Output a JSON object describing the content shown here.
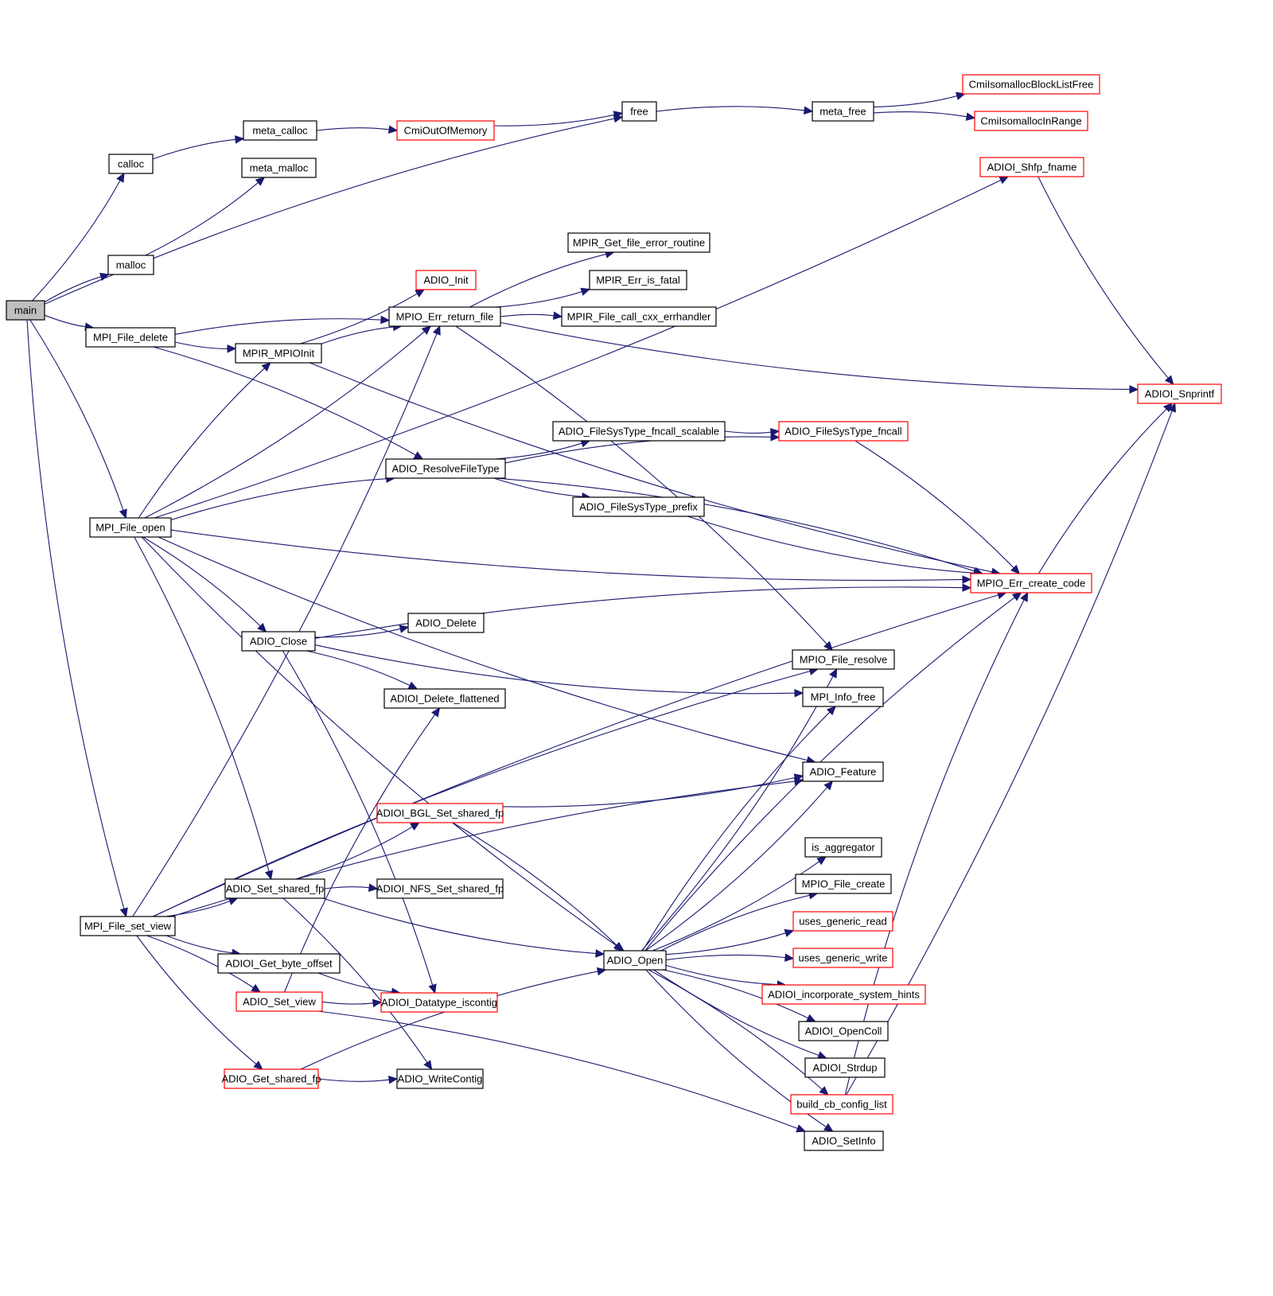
{
  "diagram": {
    "type": "call-graph",
    "root": "main",
    "colors": {
      "edge": "#191970",
      "node_border": "#000000",
      "node_border_undocumented": "#ff0000",
      "root_fill": "#bfbfbf",
      "node_fill": "#ffffff"
    },
    "nodes": [
      {
        "id": "main",
        "label": "main",
        "style": "root"
      },
      {
        "id": "calloc",
        "label": "calloc",
        "style": "normal"
      },
      {
        "id": "malloc",
        "label": "malloc",
        "style": "normal"
      },
      {
        "id": "meta_calloc",
        "label": "meta_calloc",
        "style": "normal"
      },
      {
        "id": "meta_malloc",
        "label": "meta_malloc",
        "style": "normal"
      },
      {
        "id": "CmiOutOfMemory",
        "label": "CmiOutOfMemory",
        "style": "red"
      },
      {
        "id": "free",
        "label": "free",
        "style": "normal"
      },
      {
        "id": "meta_free",
        "label": "meta_free",
        "style": "normal"
      },
      {
        "id": "CmiIsomallocBlockListFree",
        "label": "CmiIsomallocBlockListFree",
        "style": "red"
      },
      {
        "id": "CmiIsomallocInRange",
        "label": "CmiIsomallocInRange",
        "style": "red"
      },
      {
        "id": "ADIOI_Shfp_fname",
        "label": "ADIOI_Shfp_fname",
        "style": "red"
      },
      {
        "id": "MPIR_Get_file_error_routine",
        "label": "MPIR_Get_file_error_routine",
        "style": "normal"
      },
      {
        "id": "MPIR_Err_is_fatal",
        "label": "MPIR_Err_is_fatal",
        "style": "normal"
      },
      {
        "id": "ADIO_Init",
        "label": "ADIO_Init",
        "style": "red"
      },
      {
        "id": "MPIO_Err_return_file",
        "label": "MPIO_Err_return_file",
        "style": "normal"
      },
      {
        "id": "MPIR_File_call_cxx_errhandler",
        "label": "MPIR_File_call_cxx_errhandler",
        "style": "normal"
      },
      {
        "id": "MPI_File_delete",
        "label": "MPI_File_delete",
        "style": "normal"
      },
      {
        "id": "MPIR_MPIOInit",
        "label": "MPIR_MPIOInit",
        "style": "normal"
      },
      {
        "id": "ADIOI_Snprintf",
        "label": "ADIOI_Snprintf",
        "style": "red"
      },
      {
        "id": "ADIO_FileSysType_fncall_scalable",
        "label": "ADIO_FileSysType_fncall_scalable",
        "style": "normal"
      },
      {
        "id": "ADIO_FileSysType_fncall",
        "label": "ADIO_FileSysType_fncall",
        "style": "red"
      },
      {
        "id": "ADIO_ResolveFileType",
        "label": "ADIO_ResolveFileType",
        "style": "normal"
      },
      {
        "id": "ADIO_FileSysType_prefix",
        "label": "ADIO_FileSysType_prefix",
        "style": "normal"
      },
      {
        "id": "MPI_File_open",
        "label": "MPI_File_open",
        "style": "normal"
      },
      {
        "id": "MPIO_Err_create_code",
        "label": "MPIO_Err_create_code",
        "style": "red"
      },
      {
        "id": "ADIO_Delete",
        "label": "ADIO_Delete",
        "style": "normal"
      },
      {
        "id": "ADIO_Close",
        "label": "ADIO_Close",
        "style": "normal"
      },
      {
        "id": "MPIO_File_resolve",
        "label": "MPIO_File_resolve",
        "style": "normal"
      },
      {
        "id": "ADIOI_Delete_flattened",
        "label": "ADIOI_Delete_flattened",
        "style": "normal"
      },
      {
        "id": "MPI_Info_free",
        "label": "MPI_Info_free",
        "style": "normal"
      },
      {
        "id": "ADIO_Feature",
        "label": "ADIO_Feature",
        "style": "normal"
      },
      {
        "id": "ADIOI_BGL_Set_shared_fp",
        "label": "ADIOI_BGL_Set_shared_fp",
        "style": "red"
      },
      {
        "id": "is_aggregator",
        "label": "is_aggregator",
        "style": "normal"
      },
      {
        "id": "ADIO_Set_shared_fp",
        "label": "ADIO_Set_shared_fp",
        "style": "normal"
      },
      {
        "id": "ADIOI_NFS_Set_shared_fp",
        "label": "ADIOI_NFS_Set_shared_fp",
        "style": "normal"
      },
      {
        "id": "MPIO_File_create",
        "label": "MPIO_File_create",
        "style": "normal"
      },
      {
        "id": "uses_generic_read",
        "label": "uses_generic_read",
        "style": "red"
      },
      {
        "id": "MPI_File_set_view",
        "label": "MPI_File_set_view",
        "style": "normal"
      },
      {
        "id": "ADIO_Open",
        "label": "ADIO_Open",
        "style": "normal"
      },
      {
        "id": "uses_generic_write",
        "label": "uses_generic_write",
        "style": "red"
      },
      {
        "id": "ADIOI_Get_byte_offset",
        "label": "ADIOI_Get_byte_offset",
        "style": "normal"
      },
      {
        "id": "ADIO_Set_view",
        "label": "ADIO_Set_view",
        "style": "red"
      },
      {
        "id": "ADIOI_Datatype_iscontig",
        "label": "ADIOI_Datatype_iscontig",
        "style": "red"
      },
      {
        "id": "ADIOI_incorporate_system_hints",
        "label": "ADIOI_incorporate_system_hints",
        "style": "red"
      },
      {
        "id": "ADIOI_OpenColl",
        "label": "ADIOI_OpenColl",
        "style": "normal"
      },
      {
        "id": "ADIOI_Strdup",
        "label": "ADIOI_Strdup",
        "style": "normal"
      },
      {
        "id": "ADIO_Get_shared_fp",
        "label": "ADIO_Get_shared_fp",
        "style": "red"
      },
      {
        "id": "ADIO_WriteContig",
        "label": "ADIO_WriteContig",
        "style": "normal"
      },
      {
        "id": "build_cb_config_list",
        "label": "build_cb_config_list",
        "style": "red"
      },
      {
        "id": "ADIO_SetInfo",
        "label": "ADIO_SetInfo",
        "style": "normal"
      }
    ],
    "edges": [
      [
        "main",
        "free"
      ],
      [
        "main",
        "calloc"
      ],
      [
        "main",
        "malloc"
      ],
      [
        "main",
        "MPI_File_delete"
      ],
      [
        "main",
        "MPI_File_open"
      ],
      [
        "main",
        "MPI_File_set_view"
      ],
      [
        "calloc",
        "meta_calloc"
      ],
      [
        "malloc",
        "meta_malloc"
      ],
      [
        "meta_calloc",
        "CmiOutOfMemory"
      ],
      [
        "CmiOutOfMemory",
        "free"
      ],
      [
        "free",
        "meta_free"
      ],
      [
        "meta_free",
        "CmiIsomallocBlockListFree"
      ],
      [
        "meta_free",
        "CmiIsomallocInRange"
      ],
      [
        "ADIOI_Shfp_fname",
        "ADIOI_Snprintf"
      ],
      [
        "MPI_File_delete",
        "MPIO_Err_return_file"
      ],
      [
        "MPI_File_delete",
        "MPIR_MPIOInit"
      ],
      [
        "MPI_File_delete",
        "ADIO_ResolveFileType"
      ],
      [
        "MPIR_MPIOInit",
        "ADIO_Init"
      ],
      [
        "MPIR_MPIOInit",
        "MPIO_Err_return_file"
      ],
      [
        "MPIR_MPIOInit",
        "MPIO_Err_create_code"
      ],
      [
        "MPIO_Err_return_file",
        "MPIR_Get_file_error_routine"
      ],
      [
        "MPIO_Err_return_file",
        "MPIR_Err_is_fatal"
      ],
      [
        "MPIO_Err_return_file",
        "MPIR_File_call_cxx_errhandler"
      ],
      [
        "MPIO_Err_return_file",
        "ADIOI_Snprintf"
      ],
      [
        "MPIO_Err_return_file",
        "MPIO_File_resolve"
      ],
      [
        "ADIO_ResolveFileType",
        "ADIO_FileSysType_fncall_scalable"
      ],
      [
        "ADIO_ResolveFileType",
        "ADIO_FileSysType_fncall"
      ],
      [
        "ADIO_ResolveFileType",
        "ADIO_FileSysType_prefix"
      ],
      [
        "ADIO_ResolveFileType",
        "MPIO_Err_create_code"
      ],
      [
        "ADIO_FileSysType_fncall_scalable",
        "ADIO_FileSysType_fncall"
      ],
      [
        "ADIO_FileSysType_fncall",
        "MPIO_Err_create_code"
      ],
      [
        "ADIO_FileSysType_prefix",
        "MPIO_Err_create_code"
      ],
      [
        "MPIO_Err_create_code",
        "ADIOI_Snprintf"
      ],
      [
        "MPI_File_open",
        "ADIOI_Shfp_fname"
      ],
      [
        "MPI_File_open",
        "MPIR_MPIOInit"
      ],
      [
        "MPI_File_open",
        "MPIO_Err_return_file"
      ],
      [
        "MPI_File_open",
        "ADIO_ResolveFileType"
      ],
      [
        "MPI_File_open",
        "MPIO_Err_create_code"
      ],
      [
        "MPI_File_open",
        "ADIO_Close"
      ],
      [
        "MPI_File_open",
        "ADIO_Feature"
      ],
      [
        "MPI_File_open",
        "ADIO_Set_shared_fp"
      ],
      [
        "MPI_File_open",
        "ADIO_Open"
      ],
      [
        "ADIO_Close",
        "MPIO_Err_create_code"
      ],
      [
        "ADIO_Close",
        "ADIO_Delete"
      ],
      [
        "ADIO_Close",
        "ADIOI_Delete_flattened"
      ],
      [
        "ADIO_Close",
        "MPI_Info_free"
      ],
      [
        "ADIO_Close",
        "ADIOI_Datatype_iscontig"
      ],
      [
        "ADIO_Set_shared_fp",
        "ADIOI_BGL_Set_shared_fp"
      ],
      [
        "ADIO_Set_shared_fp",
        "ADIOI_NFS_Set_shared_fp"
      ],
      [
        "ADIO_Set_shared_fp",
        "ADIO_Open"
      ],
      [
        "ADIO_Set_shared_fp",
        "ADIO_WriteContig"
      ],
      [
        "ADIOI_BGL_Set_shared_fp",
        "ADIO_Feature"
      ],
      [
        "ADIOI_BGL_Set_shared_fp",
        "ADIO_Open"
      ],
      [
        "MPI_File_set_view",
        "MPIO_Err_return_file"
      ],
      [
        "MPI_File_set_view",
        "MPIO_File_resolve"
      ],
      [
        "MPI_File_set_view",
        "ADIO_Set_shared_fp"
      ],
      [
        "MPI_File_set_view",
        "ADIO_Feature"
      ],
      [
        "MPI_File_set_view",
        "ADIOI_Get_byte_offset"
      ],
      [
        "MPI_File_set_view",
        "ADIO_Set_view"
      ],
      [
        "MPI_File_set_view",
        "ADIO_Get_shared_fp"
      ],
      [
        "MPI_File_set_view",
        "MPIO_Err_create_code"
      ],
      [
        "ADIOI_Get_byte_offset",
        "ADIOI_Datatype_iscontig"
      ],
      [
        "ADIO_Set_view",
        "ADIOI_Delete_flattened"
      ],
      [
        "ADIO_Set_view",
        "ADIOI_Datatype_iscontig"
      ],
      [
        "ADIO_Set_view",
        "ADIO_SetInfo"
      ],
      [
        "ADIO_Get_shared_fp",
        "ADIO_WriteContig"
      ],
      [
        "ADIO_Get_shared_fp",
        "ADIO_Open"
      ],
      [
        "ADIO_Open",
        "MPIO_File_resolve"
      ],
      [
        "ADIO_Open",
        "MPI_Info_free"
      ],
      [
        "ADIO_Open",
        "ADIO_Feature"
      ],
      [
        "ADIO_Open",
        "MPIO_Err_create_code"
      ],
      [
        "ADIO_Open",
        "is_aggregator"
      ],
      [
        "ADIO_Open",
        "MPIO_File_create"
      ],
      [
        "ADIO_Open",
        "uses_generic_read"
      ],
      [
        "ADIO_Open",
        "uses_generic_write"
      ],
      [
        "ADIO_Open",
        "ADIOI_incorporate_system_hints"
      ],
      [
        "ADIO_Open",
        "ADIOI_OpenColl"
      ],
      [
        "ADIO_Open",
        "ADIOI_Strdup"
      ],
      [
        "ADIO_Open",
        "build_cb_config_list"
      ],
      [
        "ADIO_Open",
        "ADIO_SetInfo"
      ],
      [
        "build_cb_config_list",
        "MPIO_Err_create_code"
      ],
      [
        "build_cb_config_list",
        "ADIOI_Snprintf"
      ]
    ]
  }
}
